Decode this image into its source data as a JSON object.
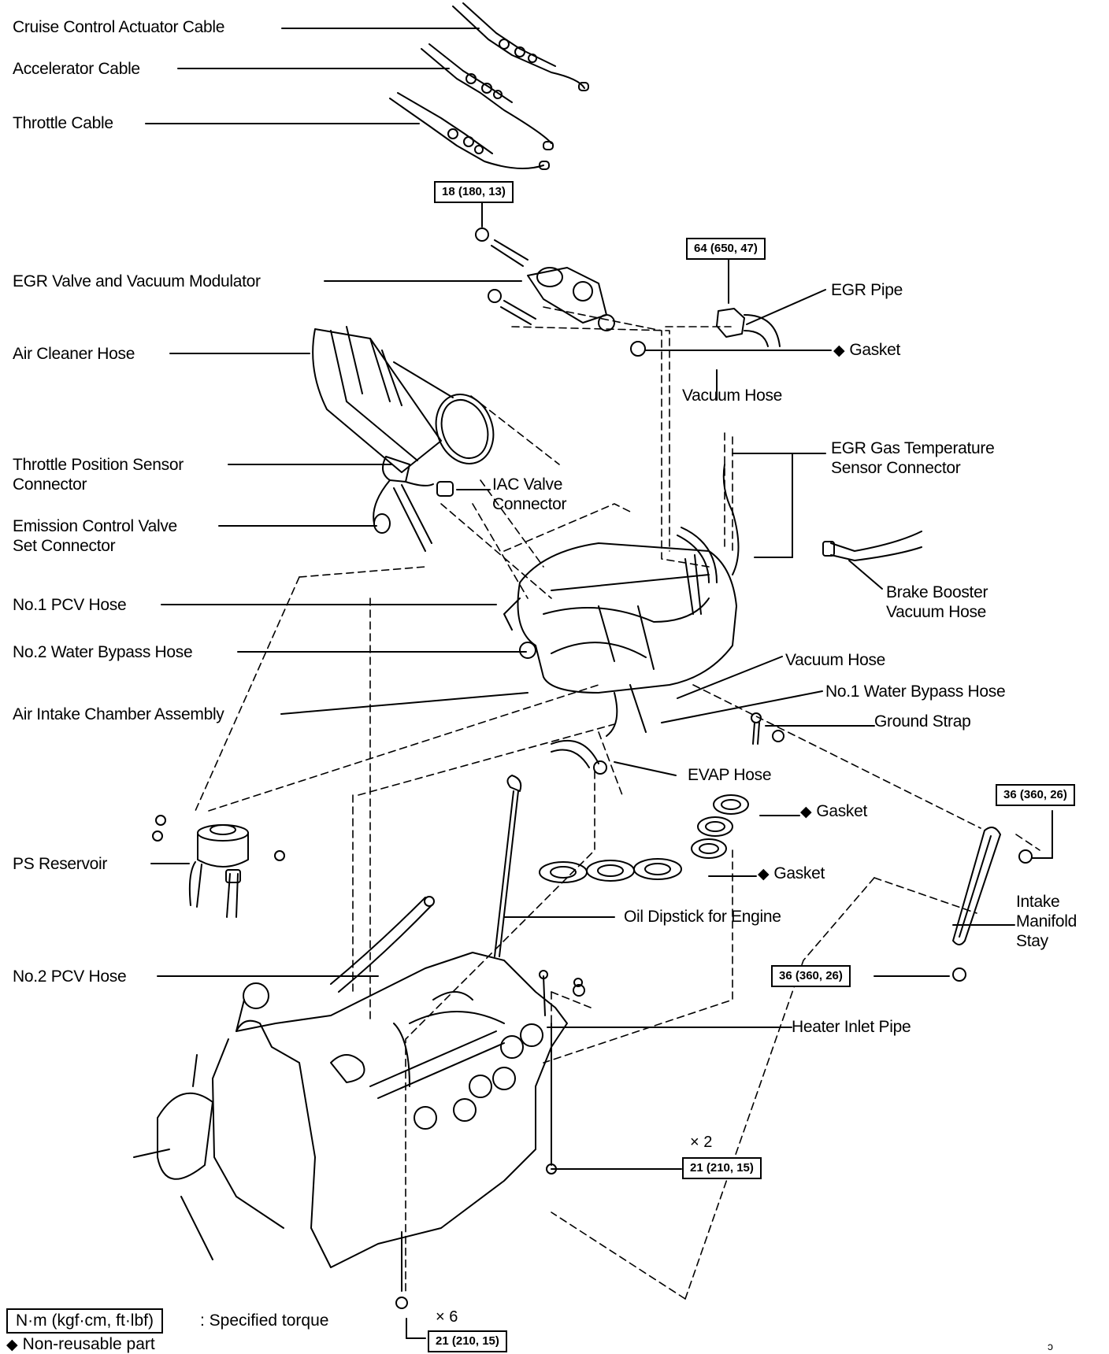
{
  "diagram": {
    "type": "exploded parts diagram",
    "labels": {
      "cruise_cable": "Cruise Control Actuator Cable",
      "accel_cable": "Accelerator Cable",
      "throttle_cable": "Throttle Cable",
      "egr_valve": "EGR Valve and Vacuum Modulator",
      "air_cleaner_hose": "Air Cleaner Hose",
      "tps_connector_1": "Throttle Position Sensor",
      "tps_connector_2": "Connector",
      "ecv_connector_1": "Emission Control Valve",
      "ecv_connector_2": "Set Connector",
      "iac_connector_1": "IAC Valve",
      "iac_connector_2": "Connector",
      "pcv1": "No.1 PCV Hose",
      "water_bypass2": "No.2 Water Bypass Hose",
      "air_intake_chamber": "Air Intake Chamber Assembly",
      "ps_reservoir": "PS Reservoir",
      "pcv2": "No.2 PCV Hose",
      "egr_pipe": "EGR Pipe",
      "gasket_egr": "Gasket",
      "vacuum_hose_top": "Vacuum Hose",
      "egr_temp_1": "EGR Gas Temperature",
      "egr_temp_2": "Sensor Connector",
      "brake_booster_1": "Brake Booster",
      "brake_booster_2": "Vacuum Hose",
      "vacuum_hose_mid": "Vacuum Hose",
      "water_bypass1": "No.1 Water Bypass Hose",
      "ground_strap": "Ground Strap",
      "evap_hose": "EVAP Hose",
      "gasket_upper": "Gasket",
      "gasket_lower": "Gasket",
      "oil_dipstick": "Oil Dipstick for Engine",
      "intake_stay_1": "Intake",
      "intake_stay_2": "Manifold",
      "intake_stay_3": "Stay",
      "heater_inlet": "Heater Inlet Pipe"
    },
    "torque_specs": {
      "egr_valve_nut": "18 (180, 13)",
      "egr_pipe_nut": "64 (650, 47)",
      "stay_upper_bolt": "36 (360, 26)",
      "stay_lower_bolt": "36 (360, 26)",
      "manifold_nut_x2": "21 (210, 15)",
      "manifold_bolt_x6": "21 (210, 15)"
    },
    "multipliers": {
      "x2": "× 2",
      "x6": "× 6"
    },
    "non_reusable_symbol": "◆",
    "legend": {
      "torque_unit": "N·m (kgf·cm, ft·lbf)",
      "torque_desc": ": Specified torque",
      "non_reusable": "Non-reusable part"
    },
    "page_mark": "ɔ"
  }
}
